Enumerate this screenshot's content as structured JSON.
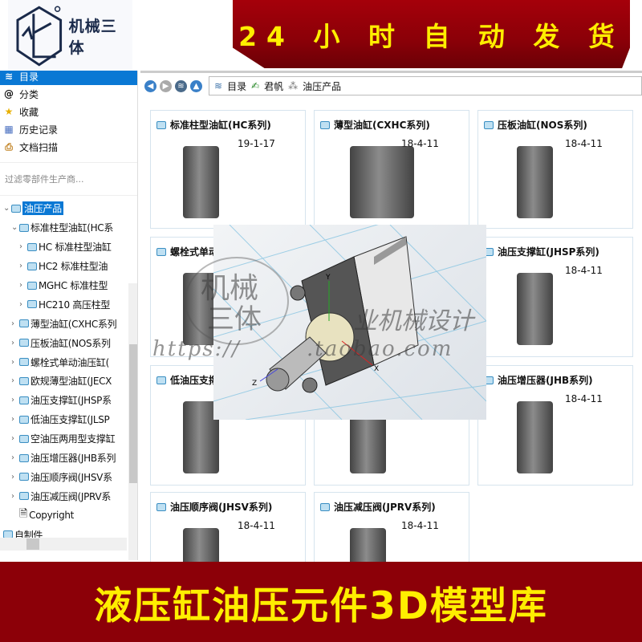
{
  "header": {
    "logo_text": "机械三体",
    "banner_text": "24 小 时 自 动 发 货"
  },
  "sidebar": {
    "nav": [
      {
        "label": "目录",
        "icon": "catalog-icon"
      },
      {
        "label": "分类",
        "icon": "at-icon"
      },
      {
        "label": "收藏",
        "icon": "star-icon"
      },
      {
        "label": "历史记录",
        "icon": "calendar-icon"
      },
      {
        "label": "文档扫描",
        "icon": "scan-icon"
      }
    ],
    "filter_placeholder": "过滤零部件生产商...",
    "tree": [
      {
        "label": "油压产品",
        "level": 0,
        "expanded": true,
        "selected": true
      },
      {
        "label": "标准柱型油缸(HC系",
        "level": 1,
        "expanded": true
      },
      {
        "label": "HC 标准柱型油缸",
        "level": 2
      },
      {
        "label": "HC2 标准柱型油",
        "level": 2
      },
      {
        "label": "MGHC 标准柱型",
        "level": 2
      },
      {
        "label": "HC210 高压柱型",
        "level": 2
      },
      {
        "label": "薄型油缸(CXHC系列",
        "level": 1
      },
      {
        "label": "压板油缸(NOS系列",
        "level": 1
      },
      {
        "label": "螺栓式单动油压缸(",
        "level": 1
      },
      {
        "label": "欧规薄型油缸(JECX",
        "level": 1
      },
      {
        "label": "油压支撑缸(JHSP系",
        "level": 1
      },
      {
        "label": "低油压支撑缸(JLSP",
        "level": 1
      },
      {
        "label": "空油压两用型支撑缸",
        "level": 1
      },
      {
        "label": "油压增压器(JHB系列",
        "level": 1
      },
      {
        "label": "油压顺序阀(JHSV系",
        "level": 1
      },
      {
        "label": "油压减压阀(JPRV系",
        "level": 1
      },
      {
        "label": "Copyright",
        "level": 1,
        "doc": true
      },
      {
        "label": "自制件",
        "level": -1
      }
    ]
  },
  "toolbar": {
    "breadcrumb": [
      "目录",
      "君帆",
      "油压产品"
    ]
  },
  "cards": [
    {
      "title": "标准柱型油缸(HC系列)",
      "date": "19-1-17"
    },
    {
      "title": "薄型油缸(CXHC系列)",
      "date": "18-4-11"
    },
    {
      "title": "压板油缸(NOS系列)",
      "date": "18-4-11"
    },
    {
      "title": "螺栓式单动油",
      "date": ""
    },
    {
      "title": "",
      "date": ""
    },
    {
      "title": "油压支撑缸(JHSP系列)",
      "date": "18-4-11"
    },
    {
      "title": "低油压支撑",
      "date": ""
    },
    {
      "title": "",
      "date": ""
    },
    {
      "title": "油压增压器(JHB系列)",
      "date": "18-4-11"
    },
    {
      "title": "油压顺序阀(JHSV系列)",
      "date": "18-4-11"
    },
    {
      "title": "油压减压阀(JPRV系列)",
      "date": "18-4-11"
    }
  ],
  "viewer": {
    "axes": [
      "Y",
      "X",
      "Z"
    ]
  },
  "watermark": {
    "line1": "机械",
    "line2": "三体",
    "line3": "业机械设计",
    "url": "https://        .taobao.com"
  },
  "footer": {
    "banner_text": "液压缸油压元件3D模型库"
  },
  "colors": {
    "banner_red": "#8c0008",
    "banner_text": "#ffee00",
    "selection": "#0a78d4"
  }
}
